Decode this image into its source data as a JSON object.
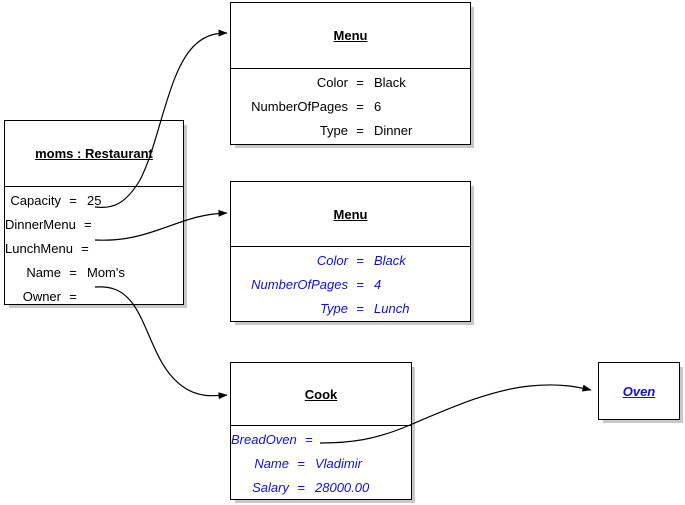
{
  "diagram": {
    "type": "uml-object-diagram",
    "background": "#ffffff",
    "line_color": "#000000",
    "blue_accent": "#1111cc",
    "shadow_color": "#c8c8c8"
  },
  "objects": [
    {
      "id": "restaurant",
      "title": "moms : Restaurant",
      "title_color": "#000000",
      "attrs": [
        {
          "name": "Capacity",
          "eq": "=",
          "value": "25"
        },
        {
          "name": "DinnerMenu",
          "eq": "=",
          "value": ""
        },
        {
          "name": "LunchMenu",
          "eq": "=",
          "value": ""
        },
        {
          "name": "Name",
          "eq": "=",
          "value": "Mom's"
        },
        {
          "name": "Owner",
          "eq": "=",
          "value": ""
        }
      ]
    },
    {
      "id": "menu_dinner",
      "title": "Menu",
      "title_color": "#000000",
      "attrs": [
        {
          "name": "Color",
          "eq": "=",
          "value": "Black"
        },
        {
          "name": "NumberOfPages",
          "eq": "=",
          "value": "6"
        },
        {
          "name": "Type",
          "eq": "=",
          "value": "Dinner"
        }
      ]
    },
    {
      "id": "menu_lunch",
      "title": "Menu",
      "title_color": "#000000",
      "attrs": [
        {
          "name": "Color",
          "eq": "=",
          "value": "Black"
        },
        {
          "name": "NumberOfPages",
          "eq": "=",
          "value": "4"
        },
        {
          "name": "Type",
          "eq": "=",
          "value": "Lunch"
        }
      ]
    },
    {
      "id": "cook",
      "title": "Cook",
      "title_color": "#000000",
      "attrs": [
        {
          "name": "BreadOven",
          "eq": "=",
          "value": ""
        },
        {
          "name": "Name",
          "eq": "=",
          "value": "Vladimir"
        },
        {
          "name": "Salary",
          "eq": "=",
          "value": "28000.00"
        }
      ]
    },
    {
      "id": "oven",
      "title": "Oven",
      "title_color": "#1111cc",
      "attrs": []
    }
  ],
  "links": [
    {
      "from": "restaurant.DinnerMenu",
      "to": "menu_dinner"
    },
    {
      "from": "restaurant.LunchMenu",
      "to": "menu_lunch"
    },
    {
      "from": "restaurant.Owner",
      "to": "cook"
    },
    {
      "from": "cook.BreadOven",
      "to": "oven"
    }
  ]
}
